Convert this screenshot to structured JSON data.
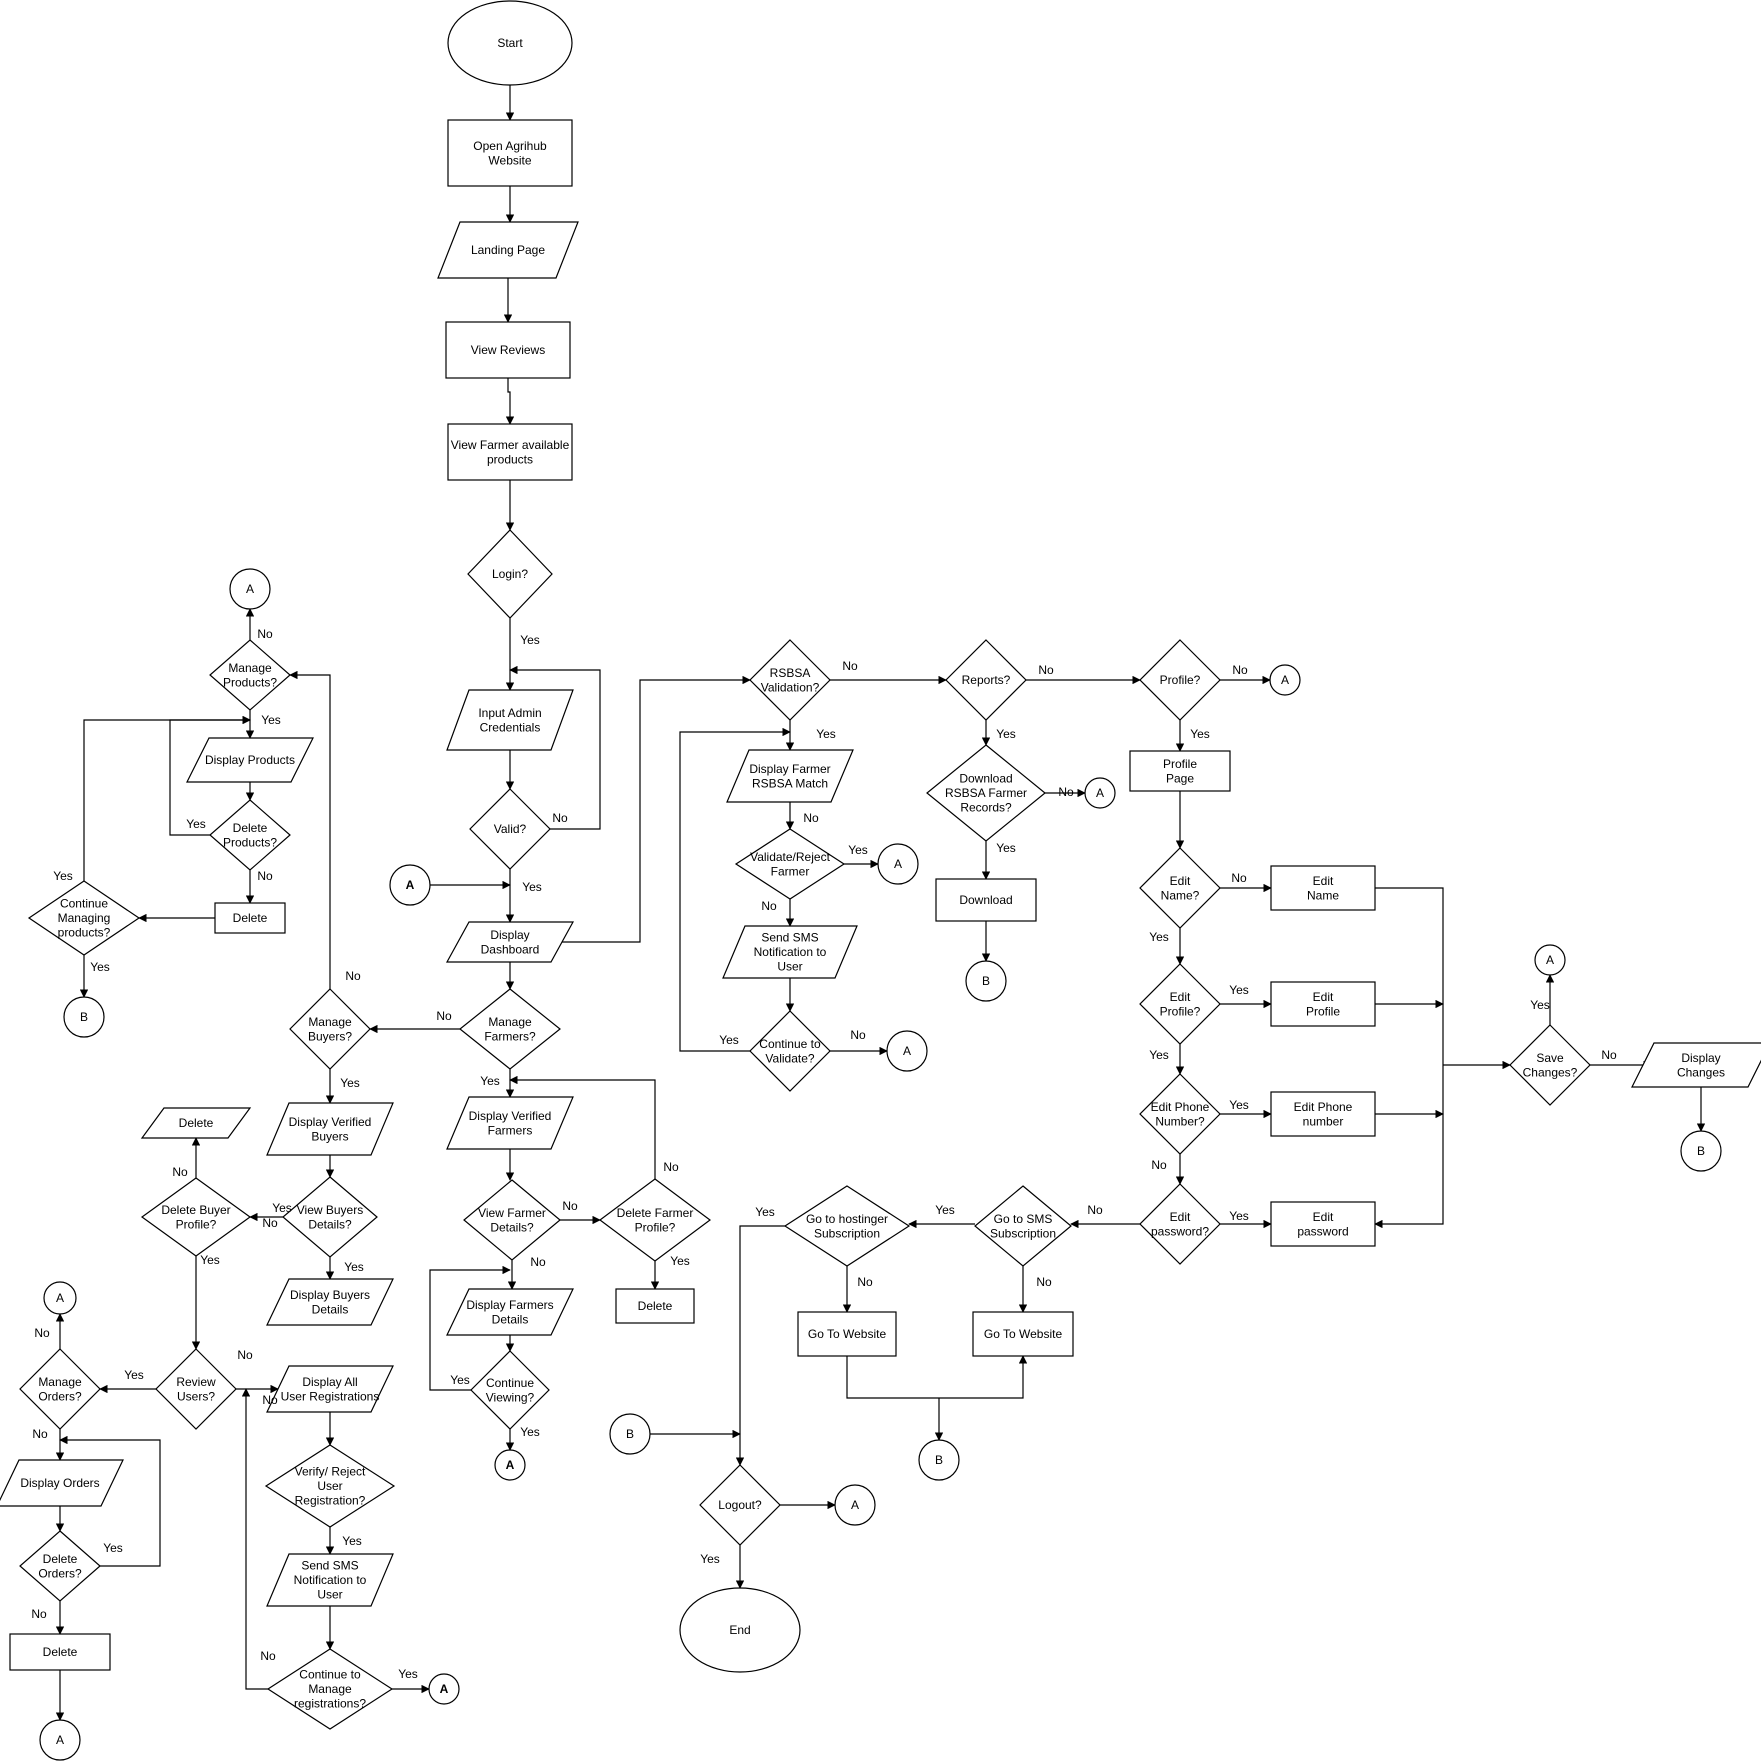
{
  "colors": {
    "stroke": "#000000",
    "fill": "#ffffff",
    "text": "#000000"
  },
  "nodes": [
    {
      "id": "start",
      "type": "ellipse",
      "text": [
        "Start"
      ]
    },
    {
      "id": "open",
      "type": "rect",
      "text": [
        "Open Agrihub",
        "Website"
      ]
    },
    {
      "id": "landing",
      "type": "para",
      "text": [
        "Landing Page"
      ]
    },
    {
      "id": "reviews",
      "type": "rect",
      "text": [
        "View Reviews"
      ]
    },
    {
      "id": "farmerprod",
      "type": "rect",
      "text": [
        "View Farmer available",
        "products"
      ]
    },
    {
      "id": "login",
      "type": "diamond",
      "text": [
        "Login?"
      ]
    },
    {
      "id": "cred",
      "type": "para",
      "text": [
        "Input Admin",
        "Credentials"
      ]
    },
    {
      "id": "valid",
      "type": "diamond",
      "text": [
        "Valid?"
      ]
    },
    {
      "id": "connA1",
      "type": "circle",
      "text": [
        "A"
      ],
      "bold": true
    },
    {
      "id": "dash",
      "type": "para",
      "text": [
        "Display",
        "Dashboard"
      ]
    },
    {
      "id": "mfarm",
      "type": "diamond",
      "text": [
        "Manage",
        "Farmers?"
      ]
    },
    {
      "id": "mbuy",
      "type": "diamond",
      "text": [
        "Manage",
        "Buyers?"
      ]
    },
    {
      "id": "dvf",
      "type": "para",
      "text": [
        "Display Verified",
        "Farmers"
      ]
    },
    {
      "id": "vfd",
      "type": "diamond",
      "text": [
        "View Farmer",
        "Details?"
      ]
    },
    {
      "id": "dfp",
      "type": "diamond",
      "text": [
        "Delete Farmer",
        "Profile?"
      ]
    },
    {
      "id": "del_f",
      "type": "rect",
      "text": [
        "Delete"
      ]
    },
    {
      "id": "dfd",
      "type": "para",
      "text": [
        "Display Farmers",
        "Details"
      ]
    },
    {
      "id": "cview",
      "type": "diamond",
      "text": [
        "Continue",
        "Viewing?"
      ]
    },
    {
      "id": "connA2",
      "type": "circle",
      "text": [
        "A"
      ],
      "bold": true
    },
    {
      "id": "dvb",
      "type": "para",
      "text": [
        "Display Verified",
        "Buyers"
      ]
    },
    {
      "id": "vbd",
      "type": "diamond",
      "text": [
        "View Buyers",
        "Details?"
      ]
    },
    {
      "id": "dbd",
      "type": "para",
      "text": [
        "Display Buyers",
        "Details"
      ]
    },
    {
      "id": "dbp",
      "type": "diamond",
      "text": [
        "Delete Buyer",
        "Profile?"
      ]
    },
    {
      "id": "del_b",
      "type": "para",
      "text": [
        "Delete"
      ]
    },
    {
      "id": "rusers",
      "type": "diamond",
      "text": [
        "Review",
        "Users?"
      ]
    },
    {
      "id": "daur",
      "type": "para",
      "text": [
        "Display All",
        "User Registrations"
      ]
    },
    {
      "id": "vrur",
      "type": "diamond",
      "text": [
        "Verify/ Reject",
        "User",
        "Registration?"
      ]
    },
    {
      "id": "ssms2",
      "type": "para",
      "text": [
        "Send SMS",
        "Notification to",
        "User"
      ]
    },
    {
      "id": "cmr",
      "type": "diamond",
      "text": [
        "Continue to",
        "Manage",
        "registrations?"
      ]
    },
    {
      "id": "connA3",
      "type": "circle",
      "text": [
        "A"
      ],
      "bold": true
    },
    {
      "id": "morders",
      "type": "diamond",
      "text": [
        "Manage",
        "Orders?"
      ]
    },
    {
      "id": "connA4",
      "type": "circle",
      "text": [
        "A"
      ]
    },
    {
      "id": "dorders",
      "type": "para",
      "text": [
        "Display Orders"
      ]
    },
    {
      "id": "delord",
      "type": "diamond",
      "text": [
        "Delete",
        "Orders?"
      ]
    },
    {
      "id": "del_o",
      "type": "rect",
      "text": [
        "Delete"
      ]
    },
    {
      "id": "connA5",
      "type": "circle",
      "text": [
        "A"
      ]
    },
    {
      "id": "mprod",
      "type": "diamond",
      "text": [
        "Manage",
        "Products?"
      ]
    },
    {
      "id": "connA6",
      "type": "circle",
      "text": [
        "A"
      ]
    },
    {
      "id": "dprod",
      "type": "para",
      "text": [
        "Display Products"
      ]
    },
    {
      "id": "delprod",
      "type": "diamond",
      "text": [
        "Delete",
        "Products?"
      ]
    },
    {
      "id": "del_p",
      "type": "rect",
      "text": [
        "Delete"
      ]
    },
    {
      "id": "cmp",
      "type": "diamond",
      "text": [
        "Continue",
        "Managing",
        "products?"
      ]
    },
    {
      "id": "connB1",
      "type": "circle",
      "text": [
        "B"
      ]
    },
    {
      "id": "rsbsa",
      "type": "diamond",
      "text": [
        "RSBSA",
        "Validation?"
      ]
    },
    {
      "id": "dfrm",
      "type": "para",
      "text": [
        "Display Farmer",
        "RSBSA Match"
      ]
    },
    {
      "id": "vrf",
      "type": "diamond",
      "text": [
        "Validate/Reject",
        "Farmer"
      ]
    },
    {
      "id": "connA7",
      "type": "circle",
      "text": [
        "A"
      ]
    },
    {
      "id": "ssms1",
      "type": "para",
      "text": [
        "Send SMS",
        "Notification to",
        "User"
      ]
    },
    {
      "id": "ctv",
      "type": "diamond",
      "text": [
        "Continue to",
        "Validate?"
      ]
    },
    {
      "id": "connA8",
      "type": "circle",
      "text": [
        "A"
      ]
    },
    {
      "id": "reports",
      "type": "diamond",
      "text": [
        "Reports?"
      ]
    },
    {
      "id": "drfr",
      "type": "diamond",
      "text": [
        "Download",
        "RSBSA Farmer",
        "Records?"
      ]
    },
    {
      "id": "connA9",
      "type": "circle",
      "text": [
        "A"
      ]
    },
    {
      "id": "download",
      "type": "rect",
      "text": [
        "Download"
      ]
    },
    {
      "id": "connB2",
      "type": "circle",
      "text": [
        "B"
      ]
    },
    {
      "id": "profile",
      "type": "diamond",
      "text": [
        "Profile?"
      ]
    },
    {
      "id": "connA10",
      "type": "circle",
      "text": [
        "A"
      ]
    },
    {
      "id": "ppage",
      "type": "rect",
      "text": [
        "Profile",
        "Page"
      ]
    },
    {
      "id": "ename",
      "type": "diamond",
      "text": [
        "Edit",
        "Name?"
      ]
    },
    {
      "id": "eprof",
      "type": "diamond",
      "text": [
        "Edit",
        "Profile?"
      ]
    },
    {
      "id": "ephone",
      "type": "diamond",
      "text": [
        "Edit Phone",
        "Number?"
      ]
    },
    {
      "id": "epass",
      "type": "diamond",
      "text": [
        "Edit",
        "password?"
      ]
    },
    {
      "id": "b_ename",
      "type": "rect",
      "text": [
        "Edit",
        "Name"
      ]
    },
    {
      "id": "b_eprof",
      "type": "rect",
      "text": [
        "Edit",
        "Profile"
      ]
    },
    {
      "id": "b_ephone",
      "type": "rect",
      "text": [
        "Edit Phone",
        "number"
      ]
    },
    {
      "id": "b_epass",
      "type": "rect",
      "text": [
        "Edit",
        "password"
      ]
    },
    {
      "id": "save",
      "type": "diamond",
      "text": [
        "Save",
        "Changes?"
      ]
    },
    {
      "id": "connA11",
      "type": "circle",
      "text": [
        "A"
      ]
    },
    {
      "id": "dchanges",
      "type": "para",
      "text": [
        "Display",
        "Changes"
      ]
    },
    {
      "id": "connB3",
      "type": "circle",
      "text": [
        "B"
      ]
    },
    {
      "id": "gsms",
      "type": "diamond",
      "text": [
        "Go to SMS",
        "Subscription"
      ]
    },
    {
      "id": "ghost",
      "type": "diamond",
      "text": [
        "Go to hostinger",
        "Subscription"
      ]
    },
    {
      "id": "gtw1",
      "type": "rect",
      "text": [
        "Go To Website"
      ]
    },
    {
      "id": "gtw2",
      "type": "rect",
      "text": [
        "Go To Website"
      ]
    },
    {
      "id": "connB4",
      "type": "circle",
      "text": [
        "B"
      ]
    },
    {
      "id": "connB5",
      "type": "circle",
      "text": [
        "B"
      ]
    },
    {
      "id": "logout",
      "type": "diamond",
      "text": [
        "Logout?"
      ]
    },
    {
      "id": "connA12",
      "type": "circle",
      "text": [
        "A"
      ]
    },
    {
      "id": "end",
      "type": "ellipse",
      "text": [
        "End"
      ]
    }
  ],
  "edge_labels": [
    "Yes",
    "No",
    "Yes",
    "Yes",
    "No",
    "No",
    "Yes",
    "No",
    "No",
    "Yes",
    "No",
    "Yes",
    "Yes",
    "No",
    "No",
    "Yes",
    "Yes",
    "No",
    "Yes",
    "No",
    "Yes",
    "No",
    "Yes",
    "No",
    "Yes",
    "No",
    "Yes",
    "No",
    "No",
    "Yes",
    "Yes",
    "No",
    "Yes",
    "Yes",
    "No",
    "Yes",
    "No",
    "Yes",
    "No",
    "Yes",
    "No",
    "No",
    "Yes",
    "No",
    "Yes",
    "No",
    "Yes",
    "No",
    "Yes",
    "Yes",
    "Yes",
    "Yes",
    "No",
    "Yes",
    "No",
    "Yes",
    "No",
    "No",
    "Yes",
    "No",
    "Yes",
    "Yes"
  ]
}
